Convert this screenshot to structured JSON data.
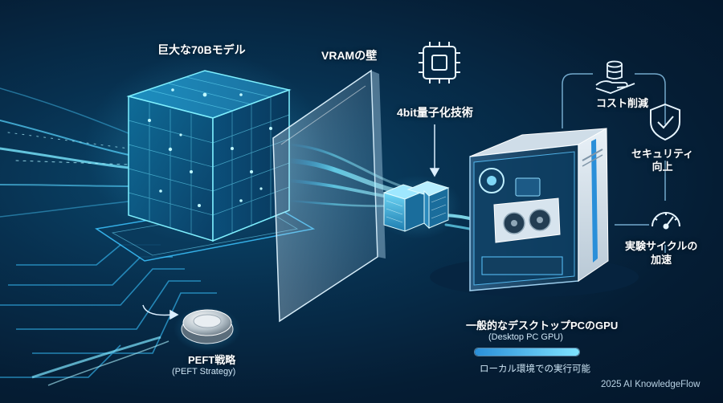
{
  "labels": {
    "model": "巨大な70Bモデル",
    "vram_wall": "VRAMの壁",
    "quantization": "4bit量子化技術",
    "cost": "コスト削減",
    "security_line1": "セキュリティ",
    "security_line2": "向上",
    "cycle_line1": "実験サイクルの",
    "cycle_line2": "加速",
    "peft": "PEFT戦略",
    "peft_en": "(PEFT Strategy)",
    "gpu": "一般的なデスクトップPCのGPU",
    "gpu_en": "(Desktop PC GPU)",
    "local_run": "ローカル環境での実行可能",
    "credit": "2025 AI KnowledgeFlow"
  },
  "progress": {
    "fill_percent": 100
  },
  "icons": {
    "chip": "chip-icon",
    "coins": "coins-hand-icon",
    "shield": "shield-check-icon",
    "gauge": "speedometer-icon",
    "knob": "dial-knob-icon"
  },
  "colors": {
    "background": "#061f38",
    "accent_glow": "#5fe0ff",
    "line": "#7fb8dc"
  }
}
